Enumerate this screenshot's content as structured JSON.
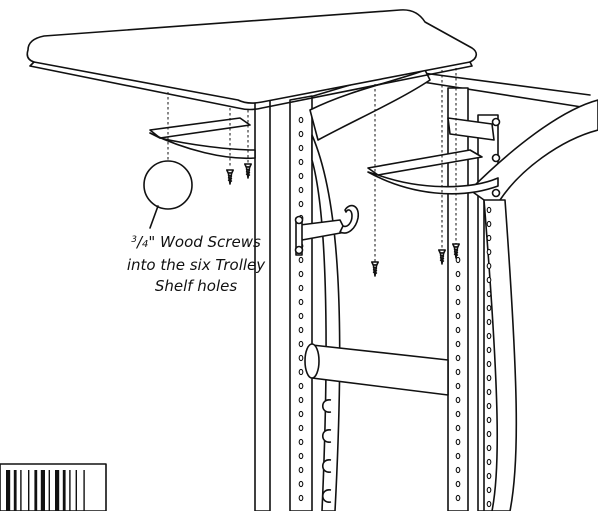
{
  "callout": {
    "fraction_numerator": "3",
    "fraction_slash": "/",
    "fraction_denominator": "4",
    "line1_rest": "\" Wood Screws",
    "line2": "into the six Trolley",
    "line3": "Shelf holes"
  },
  "barcode_bars": [
    3,
    1,
    2,
    1,
    1,
    3,
    1,
    2,
    2,
    1,
    3,
    1,
    1,
    2,
    3,
    1,
    2,
    1,
    1,
    2,
    1,
    3,
    1,
    2
  ],
  "colors": {
    "ink": "#111111",
    "paper": "#ffffff"
  }
}
